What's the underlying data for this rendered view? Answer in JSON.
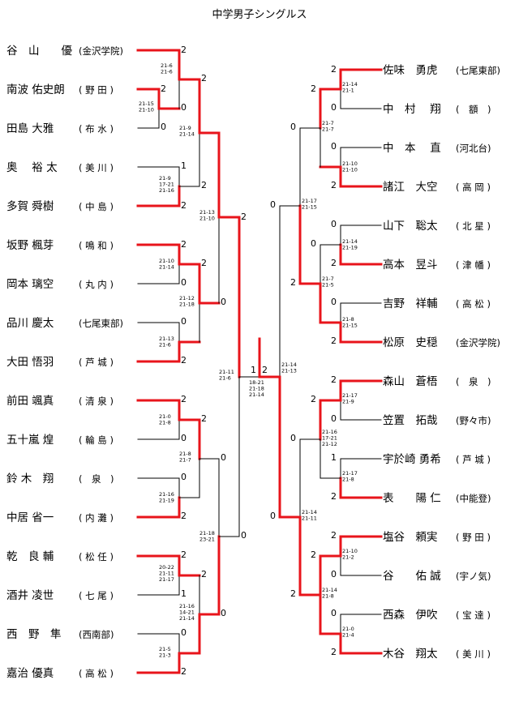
{
  "title": "中学男子シングルス",
  "left_players": [
    {
      "name": "谷　山　　優",
      "school": "(金沢学院)"
    },
    {
      "name": "南波 佑史朗",
      "school": "( 野 田 )"
    },
    {
      "name": "田島 大雅",
      "school": "( 布 水 )"
    },
    {
      "name": "奥　 裕 太",
      "school": "( 美 川 )"
    },
    {
      "name": "多賀 舜樹",
      "school": "( 中 島 )"
    },
    {
      "name": "坂野 楓芽",
      "school": "( 鳴 和 )"
    },
    {
      "name": "岡本 璃空",
      "school": "( 丸 内 )"
    },
    {
      "name": "品川 慶太",
      "school": "(七尾東部)"
    },
    {
      "name": "大田 悟羽",
      "school": "( 芦 城 )"
    },
    {
      "name": "前田 颯真",
      "school": "( 清 泉 )"
    },
    {
      "name": "五十嵐 煌",
      "school": "( 輪 島 )"
    },
    {
      "name": "鈴 木　翔",
      "school": "(　泉　)"
    },
    {
      "name": "中居 省一",
      "school": "( 内 灘 )"
    },
    {
      "name": "乾　良 輔",
      "school": "( 松 任 )"
    },
    {
      "name": "酒井 凌世",
      "school": "( 七 尾 )"
    },
    {
      "name": "西　野　隼",
      "school": "(西南部)"
    },
    {
      "name": "嘉治 優真",
      "school": "( 高 松 )"
    }
  ],
  "right_players": [
    {
      "name": "佐味　勇虎",
      "school": "(七尾東部)"
    },
    {
      "name": "中　村　 翔",
      "school": "(　額　)"
    },
    {
      "name": "中　本　 直",
      "school": "(河北台)"
    },
    {
      "name": "諸江　大空",
      "school": "( 高 岡 )"
    },
    {
      "name": "山下　聡太",
      "school": "( 北 星 )"
    },
    {
      "name": "高本　昱斗",
      "school": "( 津 幡 )"
    },
    {
      "name": "吉野　祥輔",
      "school": "( 高 松 )"
    },
    {
      "name": "松原　史穏",
      "school": "(金沢学院)"
    },
    {
      "name": "森山　蒼梧",
      "school": "(　泉　)"
    },
    {
      "name": "笠置　拓哉",
      "school": "(野々市)"
    },
    {
      "name": "宇於崎 勇希",
      "school": "( 芦 城 )"
    },
    {
      "name": "表　　陽 仁",
      "school": "(中能登)"
    },
    {
      "name": "塩谷　頼実",
      "school": "( 野 田 )"
    },
    {
      "name": "谷　　佑 誠",
      "school": "(宇ノ気)"
    },
    {
      "name": "西森　伊吹",
      "school": "( 宝 達 )"
    },
    {
      "name": "木谷　翔太",
      "school": "( 美 川 )"
    }
  ],
  "scores": {
    "l_pre_a": "2",
    "l_pre_b": "0",
    "l1_a": "2",
    "l1_b": "0",
    "l2_a": "1",
    "l2_b": "2",
    "l3_a": "2",
    "l3_b": "0",
    "l4_a": "0",
    "l4_b": "2",
    "l5_a": "2",
    "l5_b": "0",
    "l6_a": "0",
    "l6_b": "2",
    "l7_a": "2",
    "l7_b": "1",
    "l8_a": "0",
    "l8_b": "2",
    "lq1_a": "2",
    "lq1_b": "2",
    "lq2_a": "2",
    "lq2_b": "0",
    "lq3_a": "2",
    "lq3_b": "0",
    "lq4_a": "2",
    "lq4_b": "0",
    "ls1_a": "2",
    "ls1_b": "0",
    "ls2_a": "0",
    "ls2_b": "2",
    "lf_a": "2",
    "lf_b": "0",
    "r1_a": "2",
    "r1_b": "0",
    "r2_a": "0",
    "r2_b": "2",
    "r3_a": "0",
    "r3_b": "2",
    "r4_a": "0",
    "r4_b": "2",
    "r5_a": "2",
    "r5_b": "0",
    "r6_a": "1",
    "r6_b": "2",
    "r7_a": "2",
    "r7_b": "0",
    "r8_a": "0",
    "r8_b": "2",
    "rq1_a": "2",
    "rq1_b": "0",
    "rq2_a": "0",
    "rq2_b": "2",
    "rq3_a": "2",
    "rq3_b": "0",
    "rq4_a": "2",
    "rq4_b": "2",
    "rs1_a": "0",
    "rs1_b": "2",
    "rs2_a": "0",
    "rs2_b": "2",
    "rf_a": "0",
    "rf_b": "2",
    "final_a": "1",
    "final_b": "2"
  },
  "details": {
    "l_pre": [
      "21-15",
      "21-10"
    ],
    "l1": [
      "21-6",
      "21-6"
    ],
    "l2": [
      "21-9",
      "17-21",
      "21-16"
    ],
    "l3": [
      "21-10",
      "21-14"
    ],
    "l4": [
      "21-13",
      "21-6"
    ],
    "l5": [
      "21-0",
      "21-8"
    ],
    "l6": [
      "21-16",
      "21-19"
    ],
    "l7": [
      "20-22",
      "21-11",
      "21-17"
    ],
    "l8": [
      "21-5",
      "21-3"
    ],
    "lq1": [
      "21-9",
      "21-14"
    ],
    "lq2": [
      "21-12",
      "21-18"
    ],
    "lq3": [
      "21-8",
      "21-7"
    ],
    "lq4": [
      "21-16",
      "14-21",
      "21-14"
    ],
    "ls1": [
      "21-13",
      "21-10"
    ],
    "ls2": [
      "21-18",
      "23-21"
    ],
    "lf": [
      "21-11",
      "21-6"
    ],
    "r1": [
      "21-14",
      "21-1"
    ],
    "r2": [
      "21-10",
      "21-10"
    ],
    "r3": [
      "21-14",
      "21-19"
    ],
    "r4": [
      "21-8",
      "21-15"
    ],
    "r5": [
      "21-17",
      "21-9"
    ],
    "r6": [
      "21-17",
      "21-8"
    ],
    "r7": [
      "21-10",
      "21-2"
    ],
    "r8": [
      "21-0",
      "21-4"
    ],
    "rq1": [
      "21-7",
      "21-7"
    ],
    "rq2": [
      "21-7",
      "21-5"
    ],
    "rq3": [
      "21-16",
      "17-21",
      "21-12"
    ],
    "rq4": [
      "21-14",
      "21-8"
    ],
    "rs1": [
      "21-17",
      "21-15"
    ],
    "rs2": [
      "21-14",
      "21-11"
    ],
    "rf": [
      "21-14",
      "21-13"
    ],
    "final": [
      "18-21",
      "21-18",
      "21-14"
    ]
  },
  "colors": {
    "win": "#e8141b",
    "line": "#000000"
  }
}
